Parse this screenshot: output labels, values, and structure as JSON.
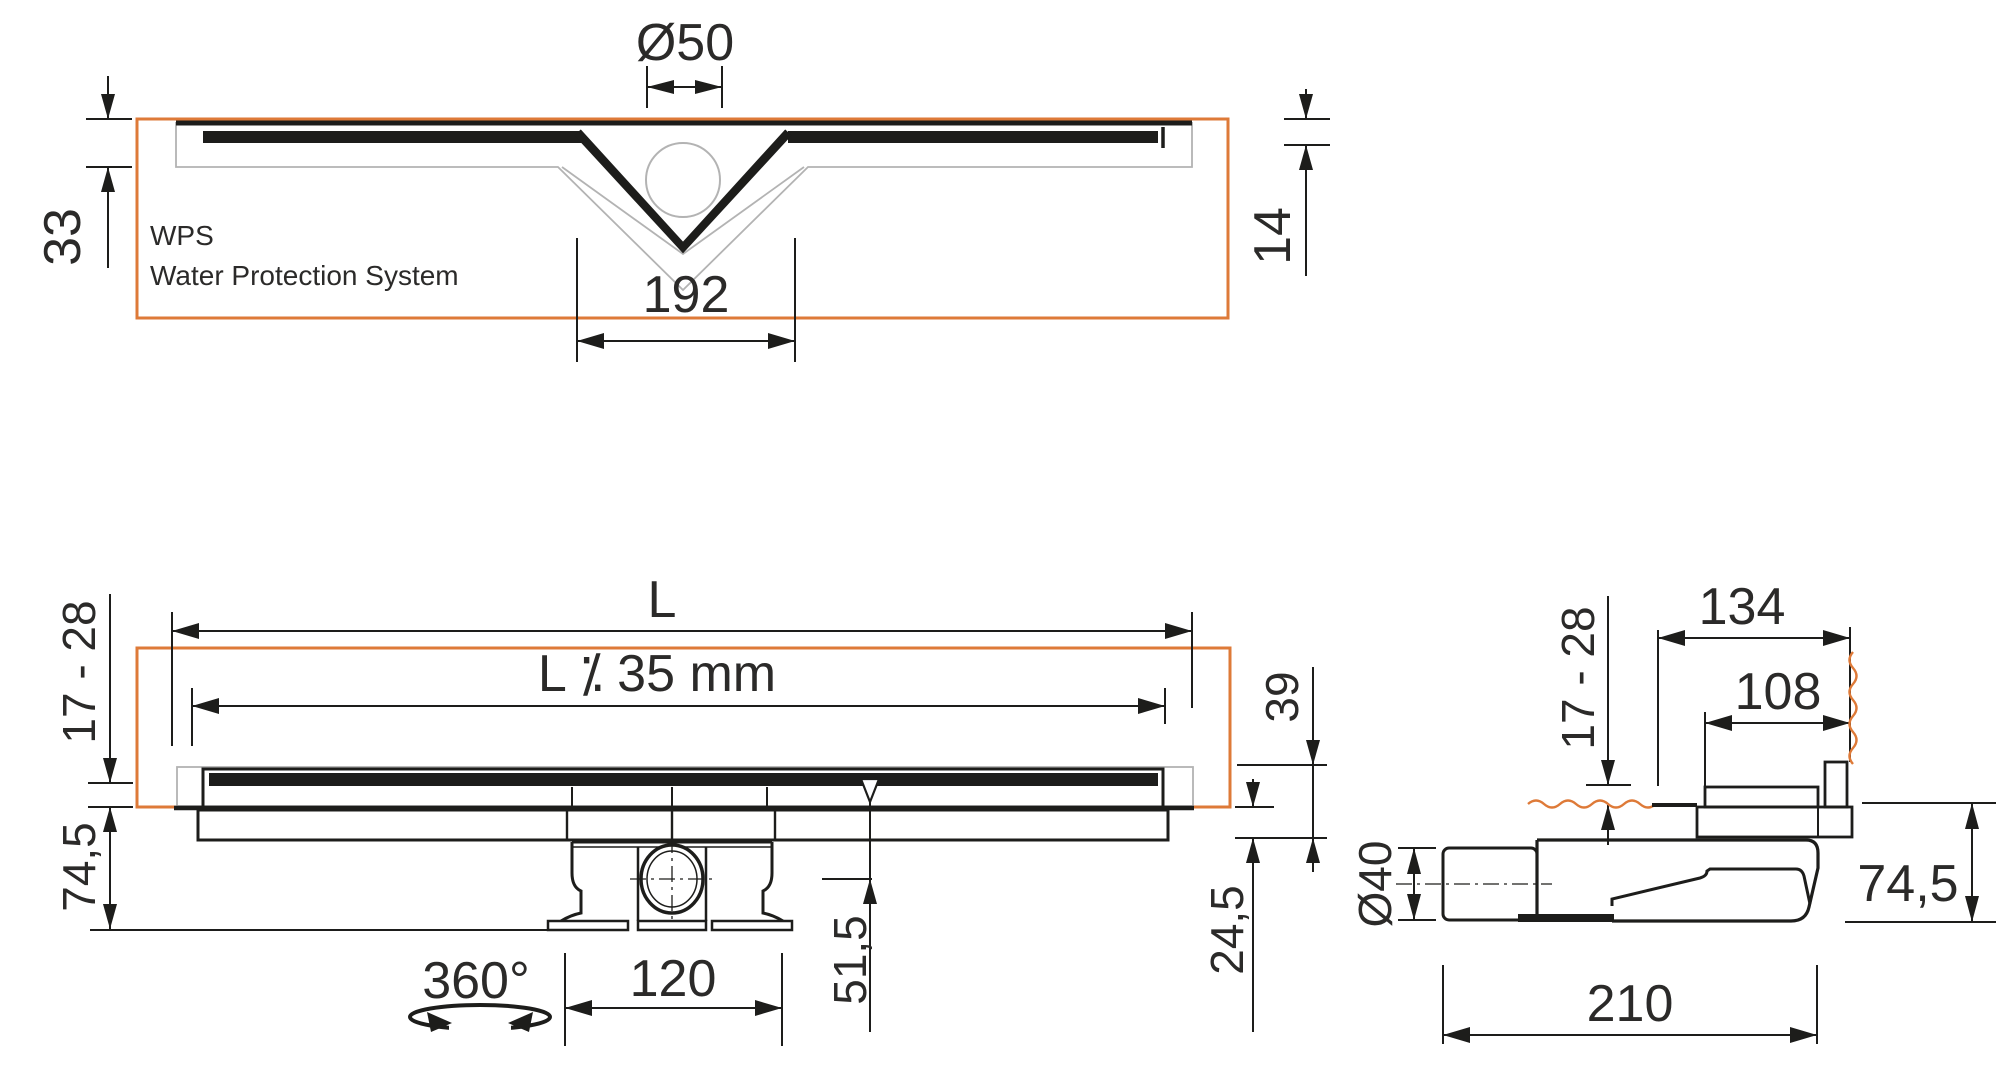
{
  "colors": {
    "accent": "#DE7A38",
    "ink": "#1D1D1B",
    "muted_line": "#B3B3B3",
    "text": "#2B2A29"
  },
  "views": {
    "section": {
      "outlet_diameter": "Ø50",
      "edge_height": "33",
      "grate_recess": "14",
      "channel_width": "192",
      "wps_line1": "WPS",
      "wps_line2": "Water Protection System"
    },
    "front": {
      "total_length": "L",
      "grate_length": "L ⁒ 35 mm",
      "tile_thickness": "17 - 28",
      "install_height": "74,5",
      "swivel_angle": "360°",
      "trap_width": "120",
      "outlet_depth": "51,5",
      "edge_height": "39",
      "body_height": "24,5"
    },
    "side": {
      "flange_width": "134",
      "grate_width": "108",
      "tile_thickness": "17 - 28",
      "pipe_diameter": "Ø40",
      "install_height": "74,5",
      "body_length": "210"
    }
  }
}
